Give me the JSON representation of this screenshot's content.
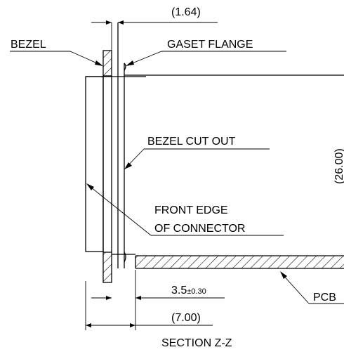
{
  "labels": {
    "dim_gasket": "(1.64)",
    "bezel": "BEZEL",
    "gasket_flange": "GASET FLANGE",
    "bezel_cut_out": "BEZEL CUT OUT",
    "dim_height": "(26.00)",
    "front_edge_line1": "FRONT EDGE",
    "front_edge_line2": "OF CONNECTOR",
    "dim_depth_value": "3.5",
    "dim_depth_tol": "±0.30",
    "pcb": "PCB",
    "dim_total": "(7.00)",
    "section": "SECTION Z-Z"
  },
  "colors": {
    "ink": "#000000",
    "background": "#ffffff"
  }
}
